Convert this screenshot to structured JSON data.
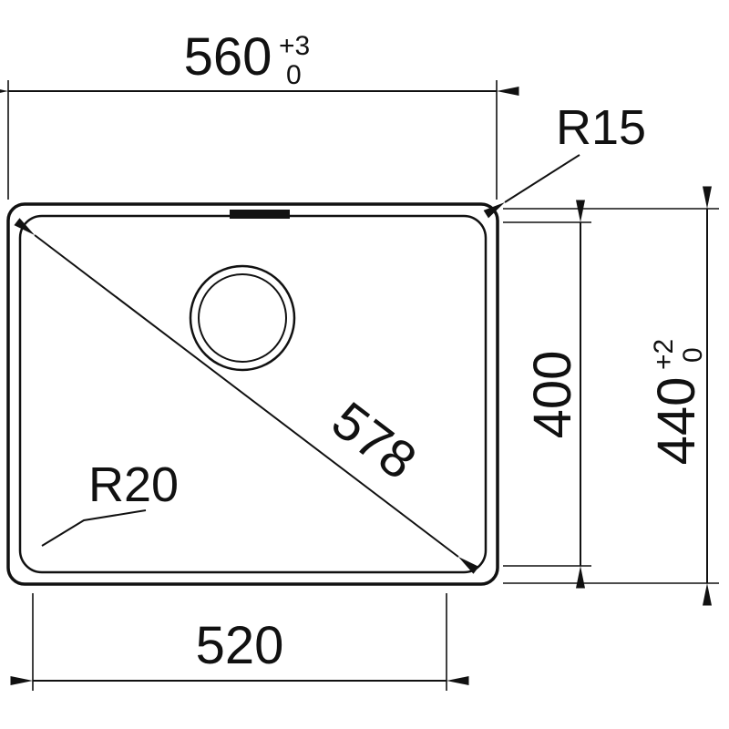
{
  "colors": {
    "line": "#111111",
    "background": "#ffffff"
  },
  "drawing": {
    "outer_width": {
      "value": "560",
      "tol_upper": "+3",
      "tol_lower": "0"
    },
    "bowl_width": {
      "value": "520"
    },
    "bowl_height": {
      "value": "400"
    },
    "outer_height": {
      "value": "440",
      "tol_upper": "+2",
      "tol_lower": "0"
    },
    "diagonal": {
      "value": "578"
    },
    "radius_outer": {
      "value": "R15"
    },
    "radius_bowl": {
      "value": "R20"
    }
  }
}
